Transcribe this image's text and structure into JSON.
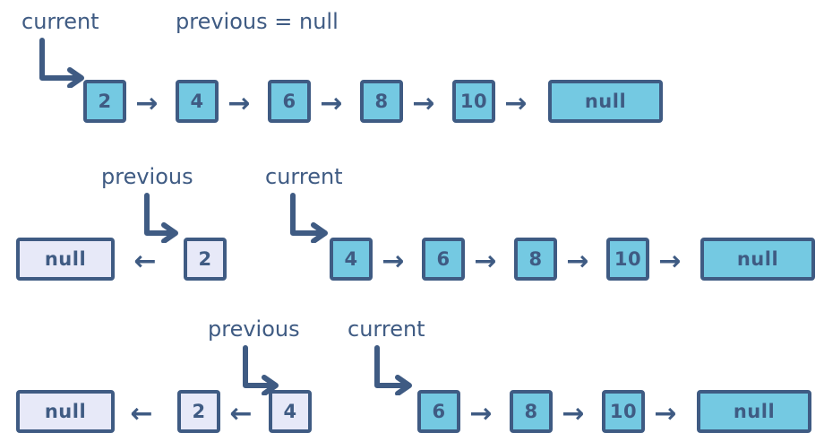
{
  "diagram": {
    "title": "linked-list-reversal-steps",
    "colors": {
      "stroke": "#3f5b83",
      "active_fill": "#74c9e2",
      "processed_fill": "#e7e9f8",
      "background": "#ffffff"
    },
    "link_arrow_right": "→",
    "link_arrow_left": "←"
  },
  "steps": [
    {
      "id": "step-1",
      "labels": [
        {
          "name": "current-label",
          "text": "current"
        },
        {
          "name": "previous-label",
          "text": "previous = null"
        }
      ],
      "nodes": [
        {
          "text": "2",
          "state": "active"
        },
        {
          "text": "4",
          "state": "active"
        },
        {
          "text": "6",
          "state": "active"
        },
        {
          "text": "8",
          "state": "active"
        },
        {
          "text": "10",
          "state": "active"
        },
        {
          "text": "null",
          "state": "active"
        }
      ]
    },
    {
      "id": "step-2",
      "labels": [
        {
          "name": "previous-label",
          "text": "previous"
        },
        {
          "name": "current-label",
          "text": "current"
        }
      ],
      "nodes": [
        {
          "text": "null",
          "state": "processed"
        },
        {
          "text": "2",
          "state": "processed"
        },
        {
          "text": "4",
          "state": "active"
        },
        {
          "text": "6",
          "state": "active"
        },
        {
          "text": "8",
          "state": "active"
        },
        {
          "text": "10",
          "state": "active"
        },
        {
          "text": "null",
          "state": "active"
        }
      ]
    },
    {
      "id": "step-3",
      "labels": [
        {
          "name": "previous-label",
          "text": "previous"
        },
        {
          "name": "current-label",
          "text": "current"
        }
      ],
      "nodes": [
        {
          "text": "null",
          "state": "processed"
        },
        {
          "text": "2",
          "state": "processed"
        },
        {
          "text": "4",
          "state": "processed"
        },
        {
          "text": "6",
          "state": "active"
        },
        {
          "text": "8",
          "state": "active"
        },
        {
          "text": "10",
          "state": "active"
        },
        {
          "text": "null",
          "state": "active"
        }
      ]
    }
  ]
}
